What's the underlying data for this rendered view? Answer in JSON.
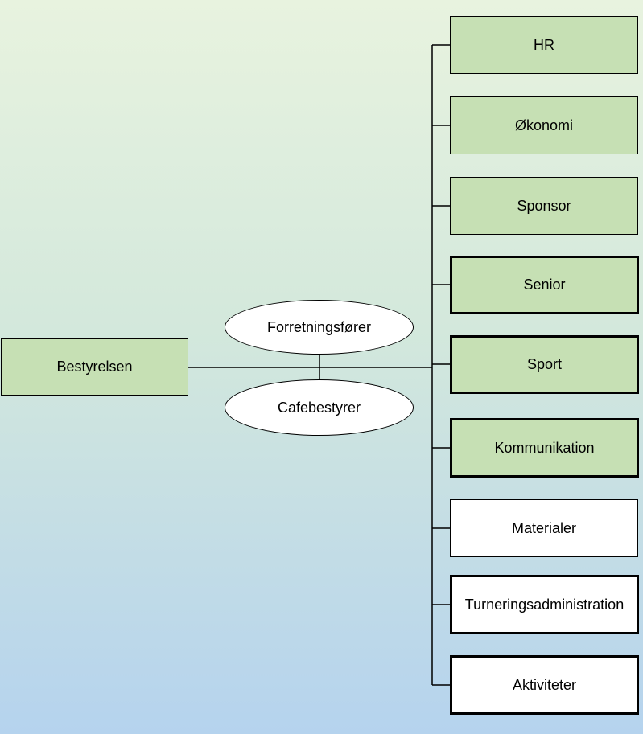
{
  "root": {
    "label": "Bestyrelsen"
  },
  "staff": [
    {
      "label": "Forretningsfører"
    },
    {
      "label": "Cafebestyrer"
    }
  ],
  "departments": [
    {
      "label": "HR",
      "fill": "#c6e0b4",
      "thick": false
    },
    {
      "label": "Økonomi",
      "fill": "#c6e0b4",
      "thick": false
    },
    {
      "label": "Sponsor",
      "fill": "#c6e0b4",
      "thick": false
    },
    {
      "label": "Senior",
      "fill": "#c6e0b4",
      "thick": true
    },
    {
      "label": "Sport",
      "fill": "#c6e0b4",
      "thick": true
    },
    {
      "label": "Kommunikation",
      "fill": "#c6e0b4",
      "thick": true
    },
    {
      "label": "Materialer",
      "fill": "#ffffff",
      "thick": false
    },
    {
      "label": "Turneringsadministration",
      "fill": "#ffffff",
      "thick": true
    },
    {
      "label": "Aktiviteter",
      "fill": "#ffffff",
      "thick": true
    }
  ]
}
